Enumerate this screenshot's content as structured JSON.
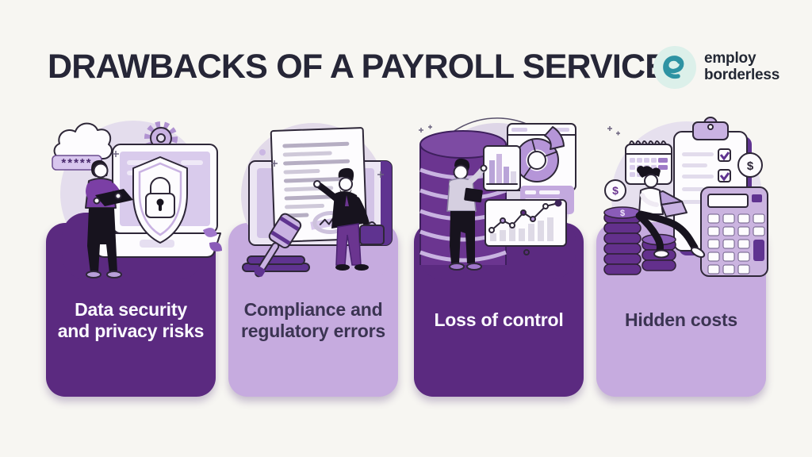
{
  "header": {
    "title": "DRAWBACKS OF A PAYROLL SERVICE",
    "logo": {
      "line1": "employ",
      "line2": "borderless"
    }
  },
  "cards": [
    {
      "id": "data-security",
      "variant": "dark",
      "lines": [
        "Data security",
        "and privacy risks"
      ]
    },
    {
      "id": "compliance",
      "variant": "light",
      "lines": [
        "Compliance and",
        "regulatory errors"
      ]
    },
    {
      "id": "loss-of-control",
      "variant": "dark",
      "lines": [
        "Loss of control"
      ]
    },
    {
      "id": "hidden-costs",
      "variant": "light",
      "lines": [
        "Hidden costs"
      ]
    }
  ],
  "illustration_texts": {
    "password_mask": "*****",
    "dollar": "$"
  },
  "colors": {
    "background": "#f7f6f2",
    "title_text": "#262637",
    "card_dark": "#5b2a80",
    "card_light": "#c6abdf",
    "text_on_dark": "#fbfaff",
    "text_on_light": "#3b3452",
    "logo_teal": "#2e93a3",
    "logo_badge_bg": "#dcf0ea",
    "outline": "#2e2738",
    "illustration_bg": "#e4dded",
    "accent_purple": "#6b3590",
    "mid_purple": "#c9b2e2"
  }
}
